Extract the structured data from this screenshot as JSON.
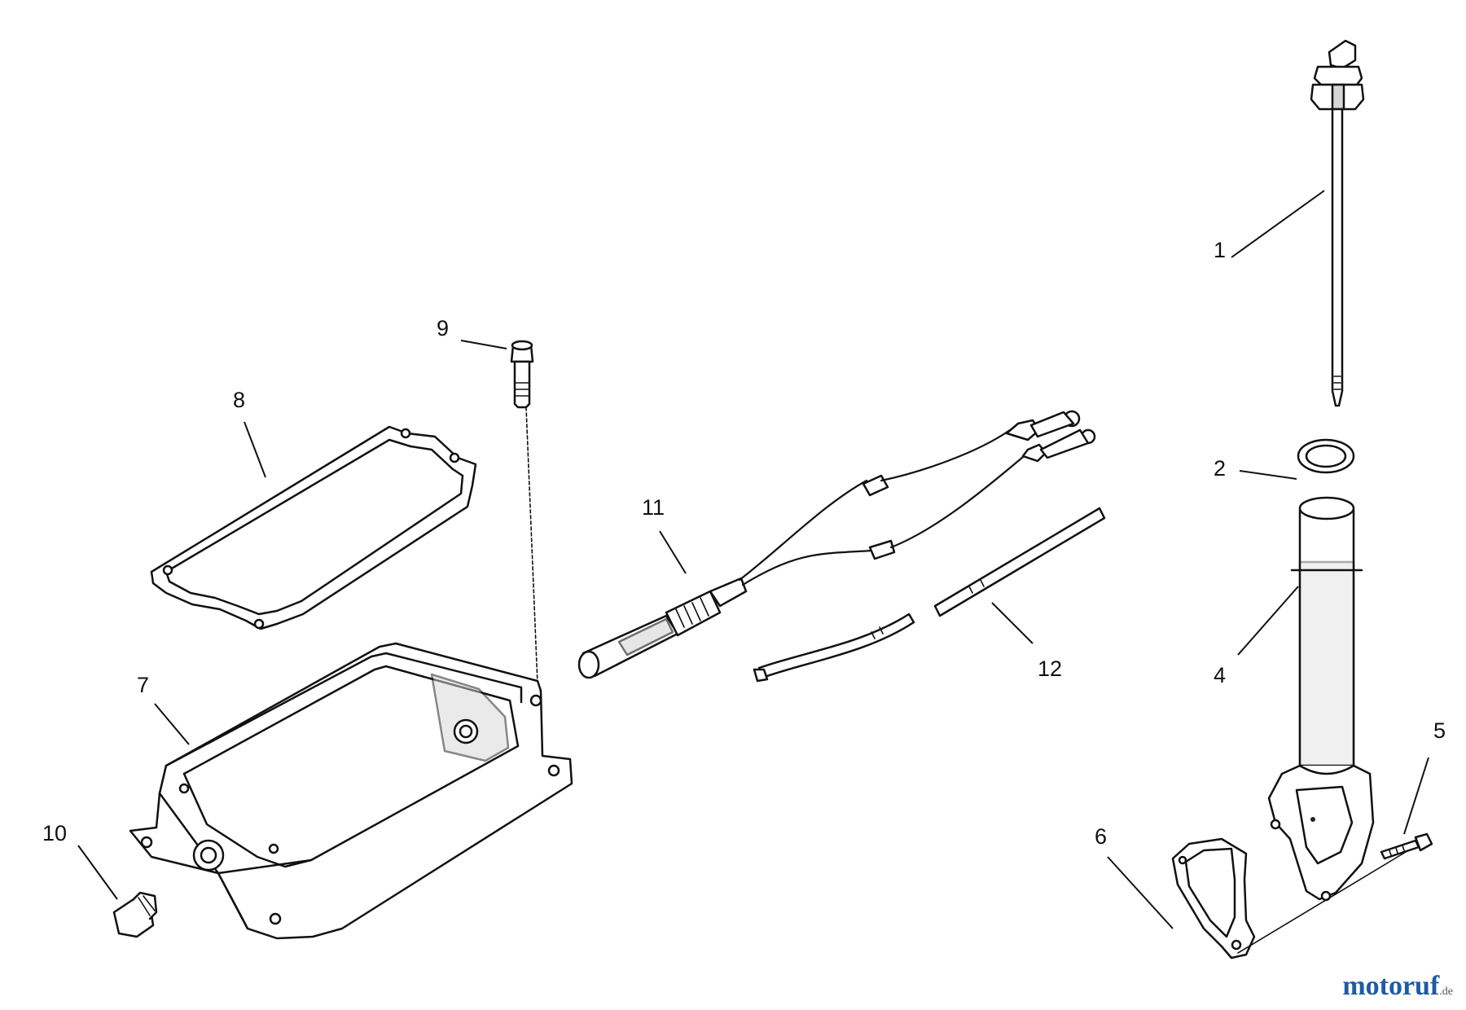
{
  "callouts": {
    "c1": "1",
    "c2": "2",
    "c4": "4",
    "c5": "5",
    "c6": "6",
    "c7": "7",
    "c8": "8",
    "c9": "9",
    "c10": "10",
    "c11": "11",
    "c12": "12"
  },
  "watermark": {
    "brand": "motoruf",
    "tld": ".de"
  },
  "colors": {
    "ink": "#111111",
    "watermark_blue": "#1f5aa6",
    "watermark_red": "#d9232a"
  }
}
